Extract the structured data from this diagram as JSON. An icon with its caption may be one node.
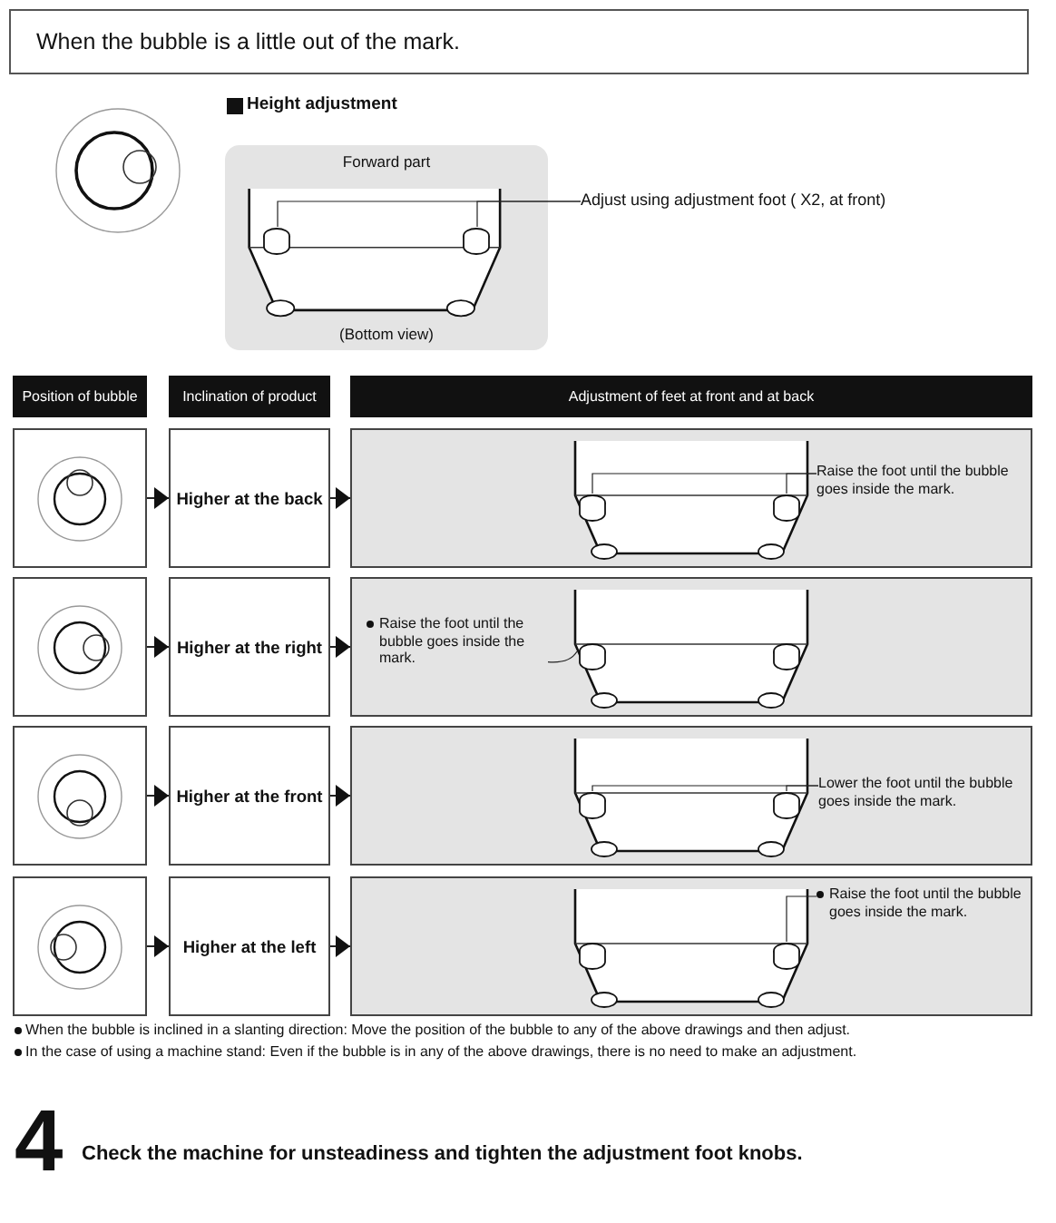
{
  "diagram": {
    "title": "When the bubble is a little out of the mark.",
    "nodes": [
      {
        "text": [
          "Forward part",
          "(Bottom view)"
        ]
      },
      {
        "text": [],
        "shape": "cylinder",
        "in": 0
      },
      {
        "text": [],
        "shape": "cylinder",
        "in": 0
      },
      {
        "text": [
          "Adjust using adjustment foot ( X2, at front)"
        ]
      },
      {
        "text": [
          "Position of bubble"
        ]
      },
      {
        "text": [
          "Inclination of product"
        ]
      },
      {
        "text": [
          "Adjustment of feet at front and at back"
        ]
      },
      {
        "text": [],
        "shape": "box"
      },
      {
        "text": [
          "Higher at the back"
        ]
      },
      {
        "text": [],
        "shape": "box"
      },
      {
        "text": [
          "Raise the foot until the bubble goes inside the mark."
        ],
        "in": 9
      },
      {
        "text": [],
        "shape": "cylinder",
        "in": 9
      },
      {
        "text": [],
        "shape": "cylinder",
        "in": 9
      },
      {
        "text": [],
        "shape": "box"
      },
      {
        "text": [
          "Higher at the right"
        ]
      },
      {
        "text": [],
        "shape": "box"
      },
      {
        "text": [
          "Raise the foot until the bubble goes inside the mark."
        ],
        "in": 15
      },
      {
        "text": [],
        "shape": "cylinder",
        "in": 15
      },
      {
        "text": [],
        "shape": "box"
      },
      {
        "text": [
          "Higher at the front"
        ]
      },
      {
        "text": [],
        "shape": "box"
      },
      {
        "text": [
          "Lower the foot until the bubble goes inside the mark."
        ],
        "in": 20
      },
      {
        "text": [],
        "shape": "cylinder",
        "in": 20
      },
      {
        "text": [],
        "shape": "cylinder",
        "in": 20
      },
      {
        "text": [],
        "shape": "box"
      },
      {
        "text": [
          "Higher at the left"
        ]
      },
      {
        "text": [],
        "shape": "box"
      },
      {
        "text": [
          "Raise the foot until the bubble goes inside the mark."
        ],
        "in": 26
      },
      {
        "text": [],
        "shape": "cylinder",
        "in": 26
      }
    ],
    "edges": [
      {
        "from": 3,
        "to": 1,
        "arrow": "none"
      },
      {
        "from": 3,
        "to": 2,
        "arrow": "none"
      },
      {
        "from": 7,
        "to": 8,
        "arrow": "to"
      },
      {
        "from": 8,
        "to": 9,
        "arrow": "to"
      },
      {
        "from": 10,
        "to": 11,
        "arrow": "none"
      },
      {
        "from": 10,
        "to": 12,
        "arrow": "none"
      },
      {
        "from": 13,
        "to": 14,
        "arrow": "to"
      },
      {
        "from": 14,
        "to": 15,
        "arrow": "to"
      },
      {
        "from": 16,
        "to": 17,
        "arrow": "none"
      },
      {
        "from": 18,
        "to": 19,
        "arrow": "to"
      },
      {
        "from": 19,
        "to": 20,
        "arrow": "to"
      },
      {
        "from": 21,
        "to": 22,
        "arrow": "none"
      },
      {
        "from": 21,
        "to": 23,
        "arrow": "none"
      },
      {
        "from": 24,
        "to": 25,
        "arrow": "to"
      },
      {
        "from": 25,
        "to": 26,
        "arrow": "to"
      },
      {
        "from": 27,
        "to": 28,
        "arrow": "none"
      }
    ],
    "labels": [
      "Height adjustment",
      "When the bubble is inclined in a slanting direction: Move the position of the bubble to any of the above drawings and then adjust.",
      "In the case of using a machine stand: Even if the bubble is in any of the above drawings, there is no need to make an adjustment.",
      "4",
      "Check the machine for unsteadiness and tighten the adjustment foot knobs."
    ]
  }
}
